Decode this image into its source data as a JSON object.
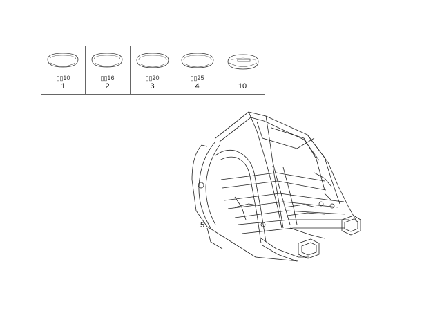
{
  "parts": [
    {
      "sub": "▯▯10",
      "num": "1",
      "icon": "grommet-icon"
    },
    {
      "sub": "▯▯16",
      "num": "2",
      "icon": "grommet-icon"
    },
    {
      "sub": "▯▯20",
      "num": "3",
      "icon": "grommet-icon"
    },
    {
      "sub": "▯▯25",
      "num": "4",
      "icon": "grommet-icon"
    },
    {
      "sub": "",
      "num": "10",
      "icon": "blanking-plug-icon"
    }
  ],
  "callout": {
    "label": "5"
  }
}
